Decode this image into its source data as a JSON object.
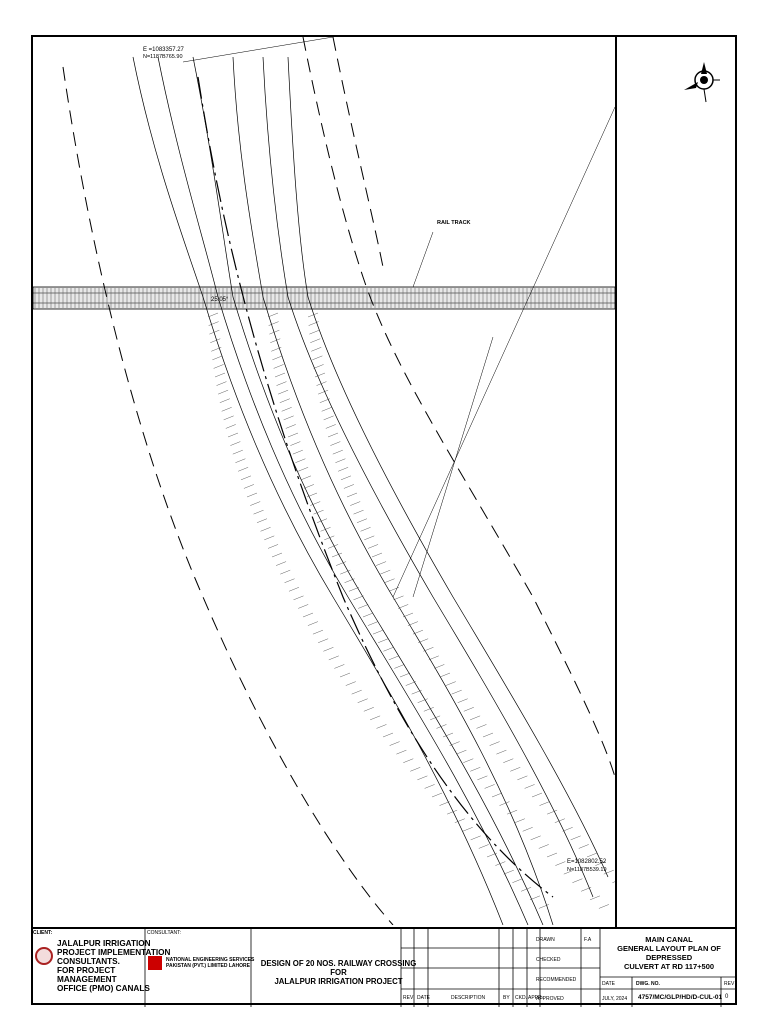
{
  "drawing": {
    "coord_top_e": "E =1083357.27",
    "coord_top_n": "N=1187B765.90",
    "coord_bottom_e": "E=1082802.52",
    "coord_bottom_n": "N=1187B539.19",
    "rail_track_label": "RAIL TRACK",
    "angle_label": "25.05°"
  },
  "title_block": {
    "client_label": "CLIENT:",
    "client_name": [
      "JALALPUR IRRIGATION",
      "PROJECT IMPLEMENTATION",
      "CONSULTANTS.",
      "FOR PROJECT MANAGEMENT",
      "OFFICE (PMO) CANALS"
    ],
    "consultant_label": "CONSULTANT:",
    "consultant_name": [
      "NATIONAL ENGINEERING SERVICES",
      "PAKISTAN (PVT.) LIMITED LAHORE"
    ],
    "project_title": [
      "DESIGN OF 20 NOS. RAILWAY CROSSING FOR",
      "JALALPUR IRRIGATION PROJECT"
    ],
    "sign_labels": [
      "DRAWN",
      "CHECKED",
      "RECOMMENDED",
      "APPROVED"
    ],
    "drawn_by": "F.A",
    "rev_headers": [
      "REV",
      "DATE",
      "DESCRIPTION",
      "BY",
      "CKD.",
      "APPR."
    ],
    "sheet_title": [
      "MAIN CANAL",
      "GENERAL LAYOUT PLAN OF DEPRESSED",
      "CULVERT AT RD 117+500"
    ],
    "date_label": "DATE",
    "date_value": "JULY, 2024",
    "dwg_no_label": "DWG. NO.",
    "dwg_no": "4757/MC/GLP/HD/D-CUL-01",
    "rev_label": "REV",
    "rev_value": "0"
  }
}
